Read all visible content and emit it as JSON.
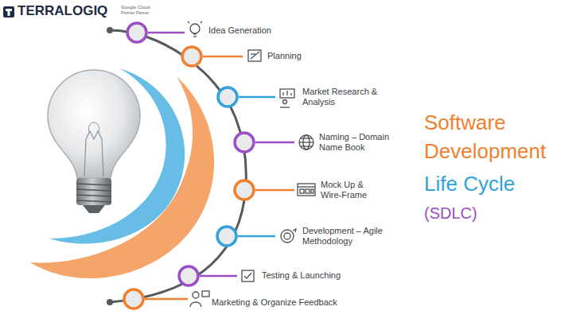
{
  "diagram": {
    "labels": [
      "TERRALOGIQ",
      "Google Cloud",
      "Premier Partner",
      "Idea Generation",
      "Planning",
      "Market Research & Analysis",
      "Naming – Domain Name Book",
      "Mock Up & Wire-Frame",
      "Development – Agile Methodology",
      "Testing & Launching",
      "Marketing & Organize Feedback",
      "Software Development",
      "Life Cycle",
      "(SDLC)"
    ]
  }
}
